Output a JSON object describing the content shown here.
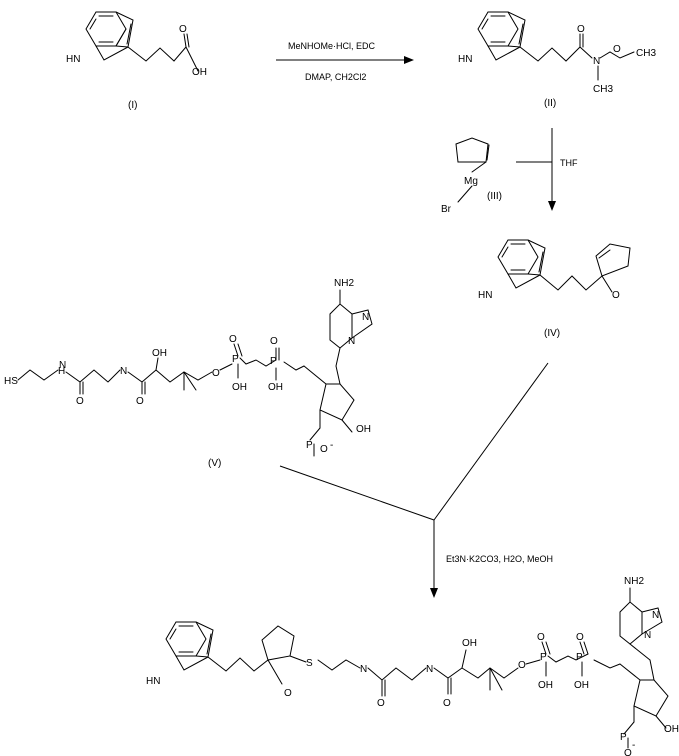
{
  "compounds": {
    "c1": {
      "label": "(I)"
    },
    "c2": {
      "label": "(II)"
    },
    "c3": {
      "label": "(III)"
    },
    "c4": {
      "label": "(IV)"
    },
    "c5": {
      "label": "(V)"
    }
  },
  "reagents": {
    "step1_top": "MeNHOMe·HCl, EDC",
    "step1_bottom": "DMAP, CH2Cl2",
    "step2": "THF",
    "step3": "Et3N·K2CO3, H2O, MeOH"
  },
  "atoms": {
    "HN": "HN",
    "OH": "OH",
    "O": "O",
    "N": "N",
    "CH3": "CH3",
    "Mg": "Mg",
    "Br": "Br",
    "NH2": "NH2",
    "P": "P",
    "HS": "HS",
    "H": "H",
    "S": "S",
    "minus": "-"
  }
}
